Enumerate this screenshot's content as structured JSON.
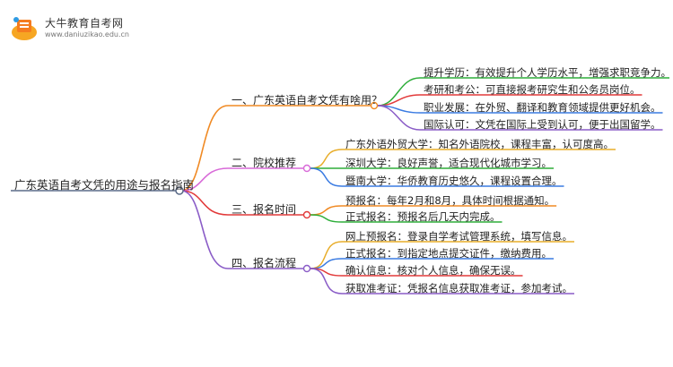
{
  "site": {
    "name": "大牛教育自考网",
    "url": "www.daniuzikao.edu.cn"
  },
  "mindmap": {
    "root": "广东英语自考文凭的用途与报名指南",
    "branches": [
      {
        "label": "一、广东英语自考文凭有啥用？",
        "color": "#f08a24",
        "leaves": [
          {
            "text": "提升学历：有效提升个人学历水平，增强求职竞争力。",
            "color": "#2eae3a"
          },
          {
            "text": "考研和考公：可直接报考研究生和公务员岗位。",
            "color": "#e23a3a"
          },
          {
            "text": "职业发展：在外贸、翻译和教育领域提供更好机会。",
            "color": "#3a7be2"
          },
          {
            "text": "国际认可：文凭在国际上受到认可，便于出国留学。",
            "color": "#8a5cc7"
          }
        ]
      },
      {
        "label": "二、院校推荐",
        "color": "#d86ad8",
        "leaves": [
          {
            "text": "广东外语外贸大学：知名外语院校，课程丰富，认可度高。",
            "color": "#e8ad2a"
          },
          {
            "text": "深圳大学：良好声誉，适合现代化城市学习。",
            "color": "#2eae3a"
          },
          {
            "text": "暨南大学：华侨教育历史悠久，课程设置合理。",
            "color": "#3a7be2"
          }
        ]
      },
      {
        "label": "三、报名时间",
        "color": "#e23a3a",
        "leaves": [
          {
            "text": "预报名：每年2月和8月，具体时间根据通知。",
            "color": "#f08a24"
          },
          {
            "text": "正式报名：预报名后几天内完成。",
            "color": "#2eae3a"
          }
        ]
      },
      {
        "label": "四、报名流程",
        "color": "#8a5cc7",
        "leaves": [
          {
            "text": "网上预报名：登录自学考试管理系统，填写信息。",
            "color": "#e8ad2a"
          },
          {
            "text": "正式报名：到指定地点提交证件，缴纳费用。",
            "color": "#3a7be2"
          },
          {
            "text": "确认信息：核对个人信息，确保无误。",
            "color": "#e23a3a"
          },
          {
            "text": "获取准考证：凭报名信息获取准考证，参加考试。",
            "color": "#8a5cc7"
          }
        ]
      }
    ]
  }
}
